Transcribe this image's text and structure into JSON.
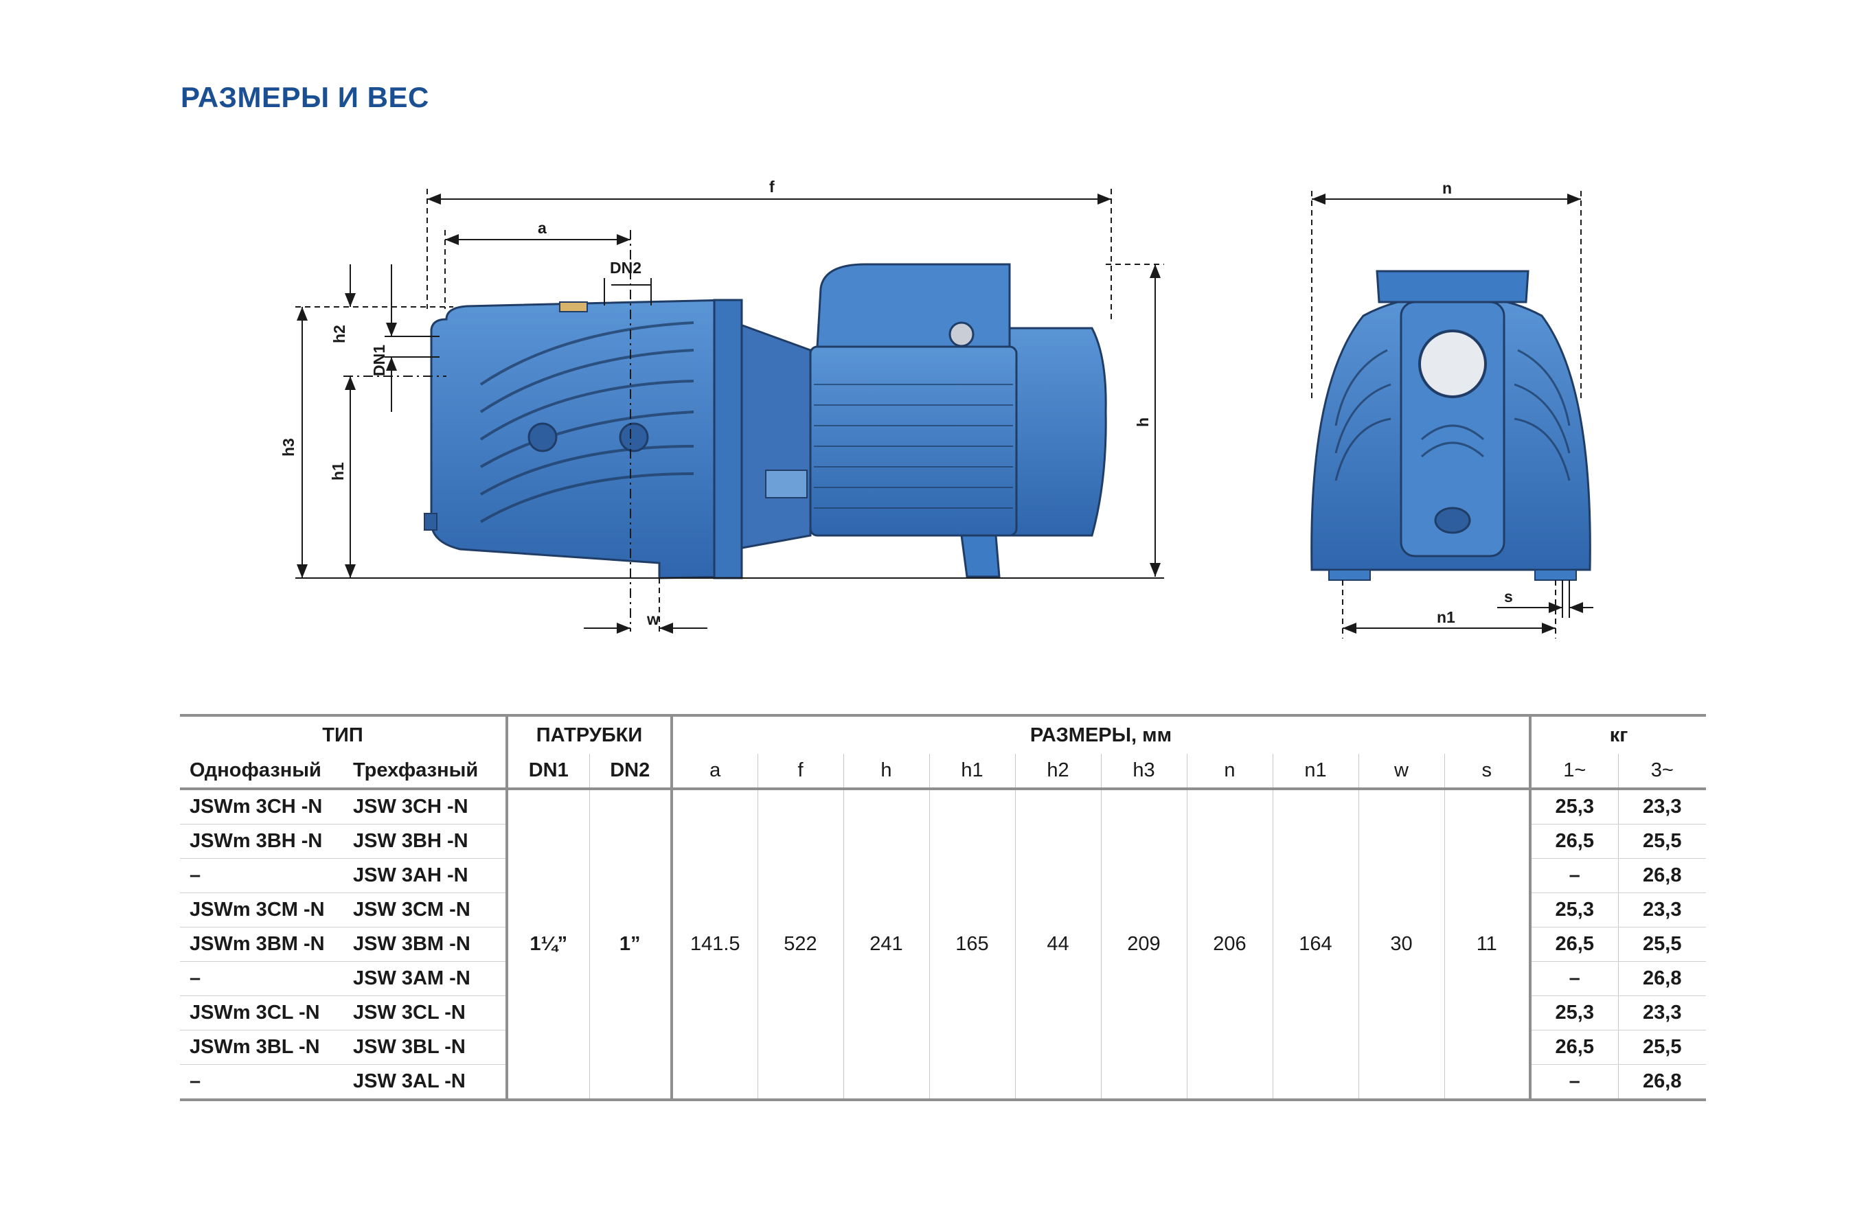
{
  "title": "РАЗМЕРЫ И ВЕС",
  "colors": {
    "title": "#1b4f93",
    "pump_body": "#3d7bc4",
    "pump_dark": "#1f3d66",
    "rule": "#8f8f8f"
  },
  "drawing_labels": {
    "f": "f",
    "a": "a",
    "DN2": "DN2",
    "DN1": "DN1",
    "h2": "h2",
    "h3": "h3",
    "h1": "h1",
    "h": "h",
    "w": "w",
    "n": "n",
    "n1": "n1",
    "s": "s"
  },
  "table": {
    "group_headers": {
      "type": "ТИП",
      "ports": "ПАТРУБКИ",
      "dims": "РАЗМЕРЫ, мм",
      "weight": "кг"
    },
    "sub_headers": {
      "single": "Однофазный",
      "three": "Трехфазный",
      "dn1": "DN1",
      "dn2": "DN2",
      "a": "a",
      "f": "f",
      "h": "h",
      "h1": "h1",
      "h2": "h2",
      "h3": "h3",
      "n": "n",
      "n1": "n1",
      "w": "w",
      "s": "s",
      "w1": "1~",
      "w3": "3~"
    },
    "shared": {
      "dn1": "1¼”",
      "dn2": "1”",
      "a": "141.5",
      "f": "522",
      "h": "241",
      "h1": "165",
      "h2": "44",
      "h3": "209",
      "n": "206",
      "n1": "164",
      "w": "30",
      "s": "11"
    },
    "rows": [
      {
        "single": "JSWm 3CH -N",
        "three": "JSW 3CH -N",
        "w1": "25,3",
        "w3": "23,3"
      },
      {
        "single": "JSWm 3BH -N",
        "three": "JSW 3BH -N",
        "w1": "26,5",
        "w3": "25,5"
      },
      {
        "single": "–",
        "three": "JSW 3AH -N",
        "w1": "–",
        "w3": "26,8"
      },
      {
        "single": "JSWm 3CM -N",
        "three": "JSW 3CM -N",
        "w1": "25,3",
        "w3": "23,3"
      },
      {
        "single": "JSWm 3BM -N",
        "three": "JSW 3BM -N",
        "w1": "26,5",
        "w3": "25,5"
      },
      {
        "single": "–",
        "three": "JSW 3AM -N",
        "w1": "–",
        "w3": "26,8"
      },
      {
        "single": "JSWm 3CL -N",
        "three": "JSW 3CL -N",
        "w1": "25,3",
        "w3": "23,3"
      },
      {
        "single": "JSWm 3BL -N",
        "three": "JSW 3BL -N",
        "w1": "26,5",
        "w3": "25,5"
      },
      {
        "single": "–",
        "three": "JSW 3AL -N",
        "w1": "–",
        "w3": "26,8"
      }
    ]
  }
}
